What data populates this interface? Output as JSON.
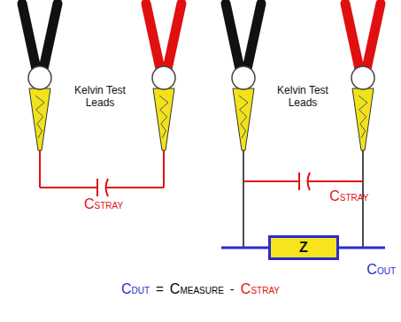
{
  "diagram": {
    "nodes": [
      {
        "text": [
          "Z"
        ]
      }
    ],
    "labels": [
      "Kelvin Test Leads",
      "CSTRAY",
      "Kelvin Test Leads",
      "CSTRAY",
      "COUT",
      "CDUT",
      "=",
      "CMEASURE",
      "-",
      "CSTRAY"
    ]
  }
}
